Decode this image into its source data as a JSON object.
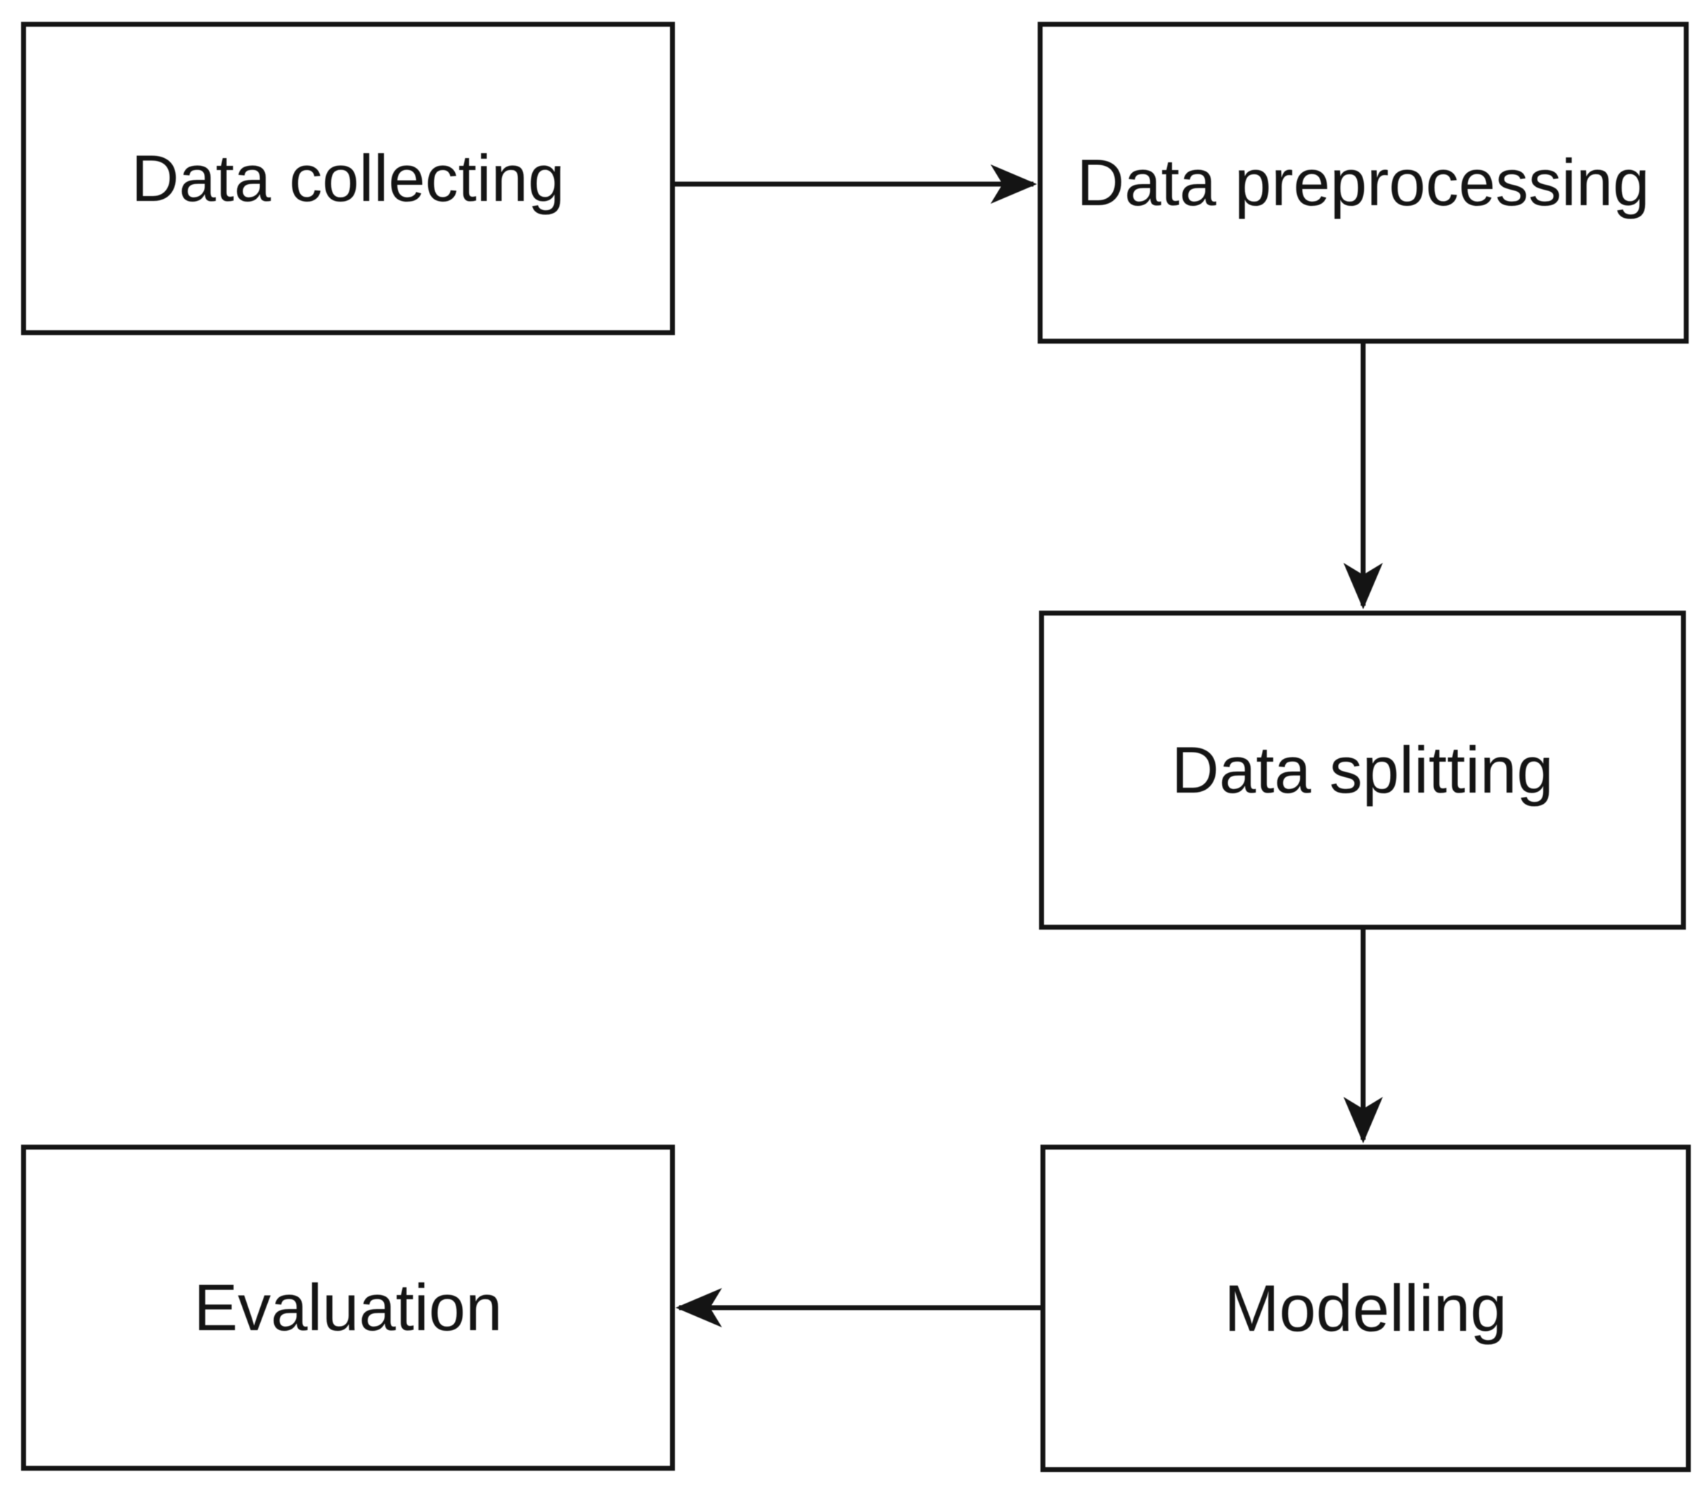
{
  "diagram": {
    "type": "flowchart",
    "background_color": "#ffffff",
    "stroke_color": "#141414",
    "node_fill_color": "#ffffff",
    "text_color": "#141414",
    "nodes": [
      {
        "id": "data-collecting",
        "label": "Data collecting"
      },
      {
        "id": "data-preprocessing",
        "label": "Data preprocessing"
      },
      {
        "id": "data-splitting",
        "label": "Data splitting"
      },
      {
        "id": "modelling",
        "label": "Modelling"
      },
      {
        "id": "evaluation",
        "label": "Evaluation"
      }
    ],
    "edges": [
      {
        "from": "Data collecting",
        "to": "Data preprocessing",
        "direction": "right"
      },
      {
        "from": "Data preprocessing",
        "to": "Data splitting",
        "direction": "down"
      },
      {
        "from": "Data splitting",
        "to": "Modelling",
        "direction": "down"
      },
      {
        "from": "Modelling",
        "to": "Evaluation",
        "direction": "left"
      }
    ]
  }
}
